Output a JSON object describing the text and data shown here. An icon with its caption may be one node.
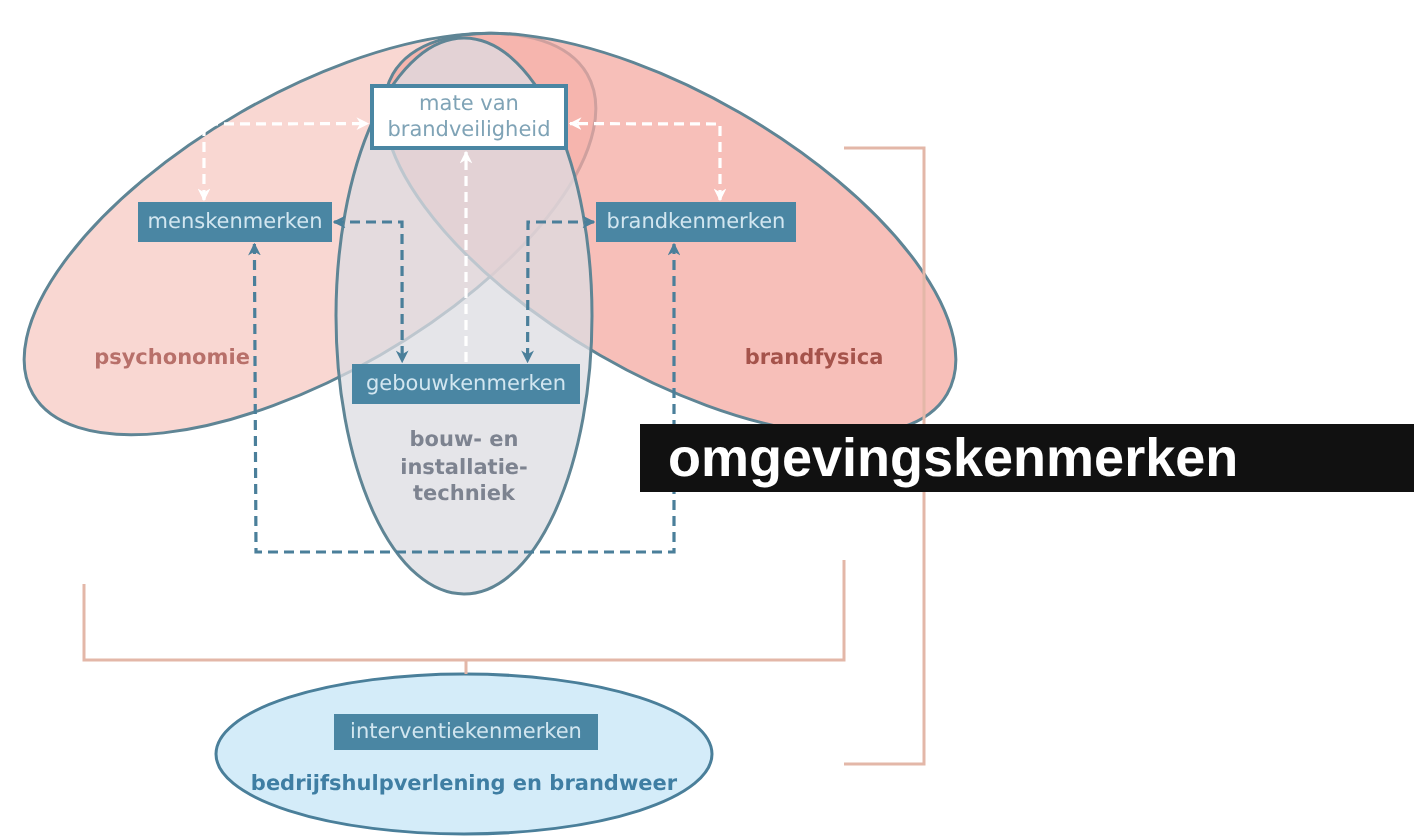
{
  "diagram": {
    "nodes": [
      {
        "text": [
          "psychonomie"
        ]
      },
      {
        "text": [
          "brandfysica"
        ]
      },
      {
        "text": [
          "bouw- en installatie- techniek"
        ]
      },
      {
        "text": [
          "mate van brandveiligheid"
        ]
      },
      {
        "text": [
          "menskenmerken"
        ],
        "in": 0
      },
      {
        "text": [
          "brandkenmerken"
        ],
        "in": 1
      },
      {
        "text": [
          "gebouwkenmerken"
        ],
        "in": 2
      },
      {
        "text": [
          "bedrijfshulpverlening en brandweer"
        ]
      },
      {
        "text": [
          "interventiekenmerken"
        ],
        "in": 7
      }
    ],
    "edges": [
      {
        "from": 4,
        "to": 6,
        "arrow": "both",
        "style": "dashed"
      },
      {
        "from": 5,
        "to": 6,
        "arrow": "both",
        "style": "dashed"
      },
      {
        "from": 6,
        "to": 3,
        "arrow": "to",
        "style": "dashed",
        "color": "#ffffff"
      },
      {
        "from": 4,
        "to": 3,
        "arrow": "both",
        "style": "dashed",
        "color": "#ffffff"
      },
      {
        "from": 5,
        "to": 3,
        "arrow": "both",
        "style": "dashed",
        "color": "#ffffff"
      },
      {
        "from": 4,
        "to": 5,
        "arrow": "both",
        "style": "dashed"
      }
    ],
    "labels": [
      "omgevingskenmerken"
    ]
  }
}
